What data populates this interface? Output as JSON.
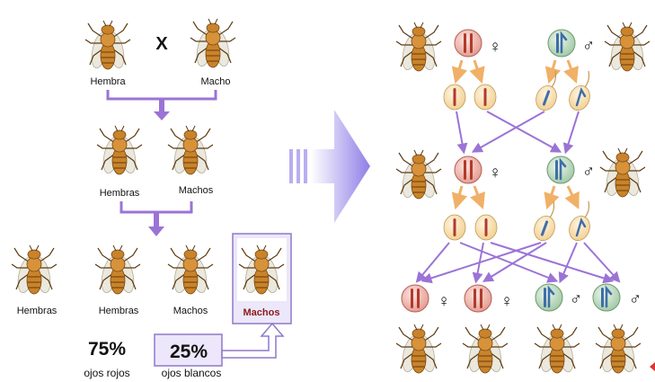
{
  "cross": {
    "symbol": "X",
    "parent_female": "Hembra",
    "parent_male": "Macho"
  },
  "f1": {
    "female": "Hembras",
    "male": "Machos"
  },
  "f2": {
    "labels": [
      "Hembras",
      "Hembras",
      "Machos",
      "Machos"
    ],
    "highlight_label": "Machos",
    "pct_red": "75%",
    "red_caption": "ojos rojos",
    "pct_white": "25%",
    "white_caption": "ojos blancos"
  },
  "symbols": {
    "female": "♀",
    "male": "♂"
  },
  "colors": {
    "fly_body": "#c9832a",
    "fly_dark": "#7a4a14",
    "arrow_purple": "#9b73d6",
    "arrow_orange": "#f0b067",
    "female_cell": "#f2c6bf",
    "male_cell": "#cfe5cf",
    "gamete": "#fbe3b8",
    "highlight_text": "#8b1a1a",
    "box_border": "#8f78c8",
    "box_fill": "#ece7fa"
  }
}
